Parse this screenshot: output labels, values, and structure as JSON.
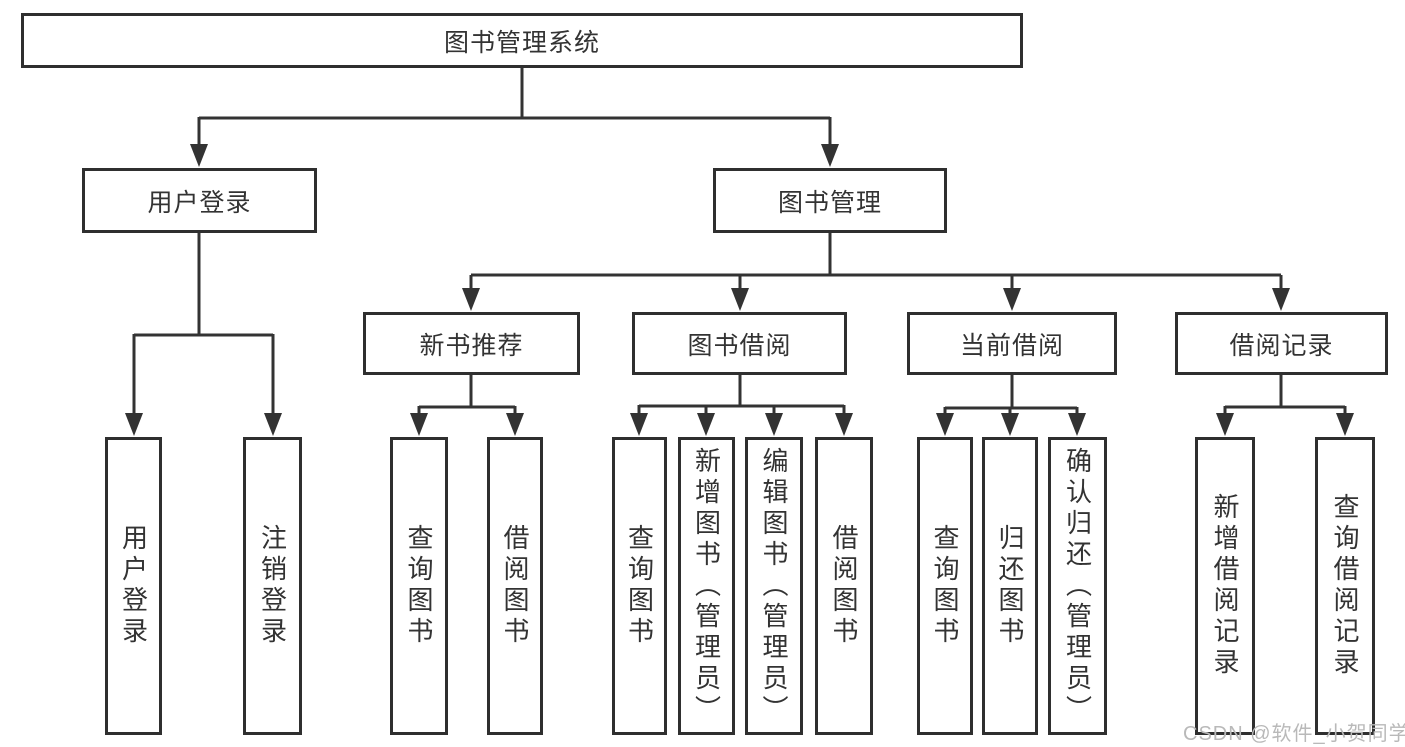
{
  "diagram_type": "hierarchy-tree",
  "tree": {
    "label": "图书管理系统",
    "children": [
      {
        "label": "用户登录",
        "children": [
          {
            "label": "用户登录"
          },
          {
            "label": "注销登录"
          }
        ]
      },
      {
        "label": "图书管理",
        "children": [
          {
            "label": "新书推荐",
            "children": [
              {
                "label": "查询图书"
              },
              {
                "label": "借阅图书"
              }
            ]
          },
          {
            "label": "图书借阅",
            "children": [
              {
                "label": "查询图书"
              },
              {
                "label": "新增图书（管理员）"
              },
              {
                "label": "编辑图书（管理员）"
              },
              {
                "label": "借阅图书"
              }
            ]
          },
          {
            "label": "当前借阅",
            "children": [
              {
                "label": "查询图书"
              },
              {
                "label": "归还图书"
              },
              {
                "label": "确认归还（管理员）"
              }
            ]
          },
          {
            "label": "借阅记录",
            "children": [
              {
                "label": "新增借阅记录"
              },
              {
                "label": "查询借阅记录"
              }
            ]
          }
        ]
      }
    ]
  },
  "watermark": {
    "text": "CSDN @软件_小贺同学"
  },
  "colors": {
    "line": "#333333",
    "border": "#2f2f2f",
    "text": "#333333",
    "watermark": "#b9b9b9",
    "background": "#ffffff"
  }
}
